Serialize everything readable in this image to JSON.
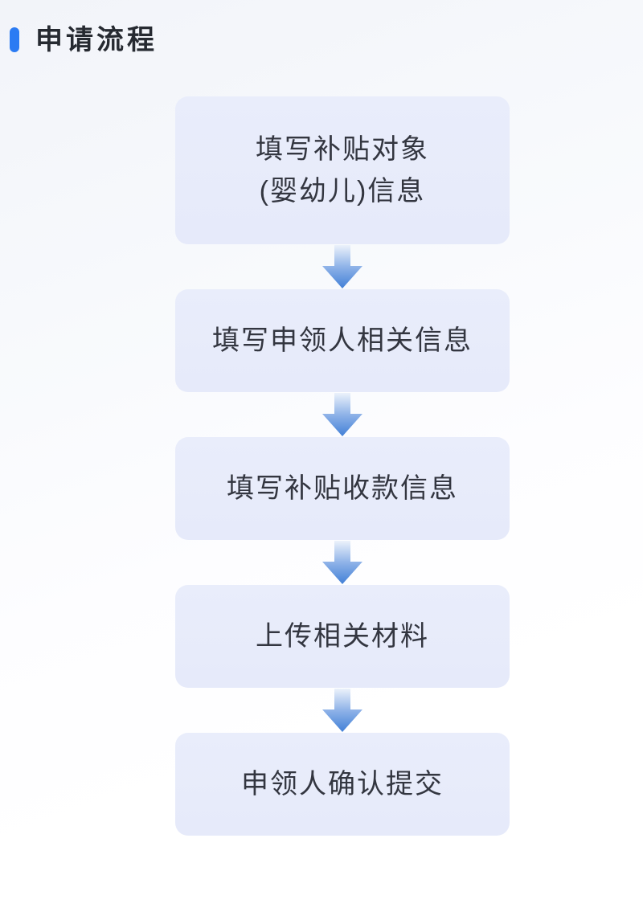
{
  "header": {
    "title": "申请流程",
    "accent_color": "#2b7bf3",
    "title_color": "#262a31"
  },
  "flow": {
    "box_background": "#e8ecfa",
    "box_text_color": "#333640",
    "arrow_gradient_top": "#ecf2fb",
    "arrow_gradient_mid": "#8fb3e8",
    "arrow_gradient_bottom": "#4280d7",
    "steps": [
      {
        "line1": "填写补贴对象",
        "line2": "(婴幼儿)信息"
      },
      {
        "line1": "填写申领人相关信息"
      },
      {
        "line1": "填写补贴收款信息"
      },
      {
        "line1": "上传相关材料"
      },
      {
        "line1": "申领人确认提交"
      }
    ]
  },
  "page": {
    "background_top_left": "#f2f4f9",
    "background_bottom": "#ffffff"
  }
}
